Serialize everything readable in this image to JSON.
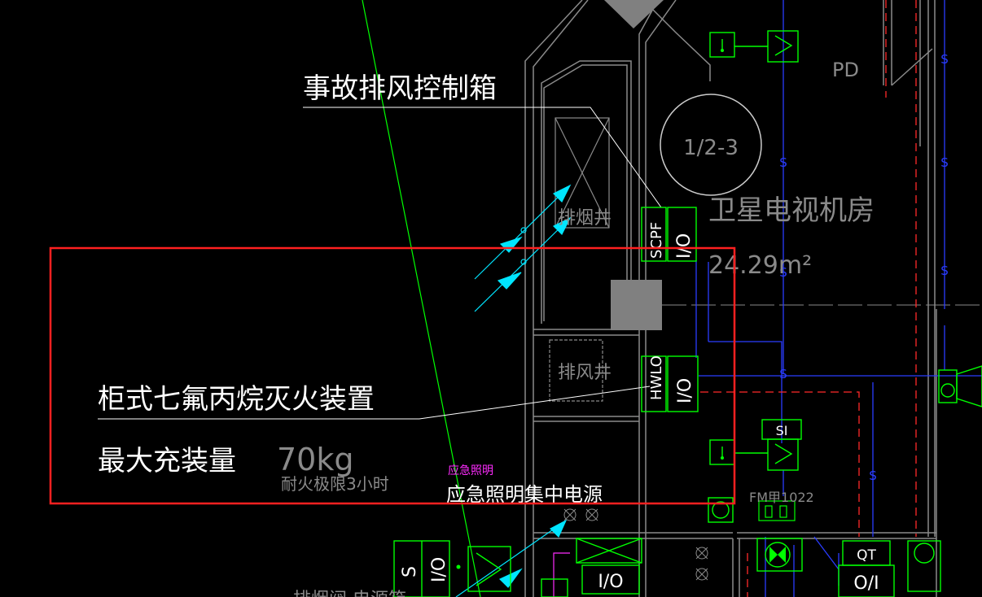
{
  "labels": {
    "accident_exhaust_box": "事故排风控制箱",
    "room_name": "卫星电视机房",
    "room_area": "24.29m²",
    "column_id": "1/2-3",
    "pd": "PD",
    "smoke_shaft": "排烟井",
    "exhaust_shaft": "排风井",
    "scpf_code": "SCPF",
    "hwlo_code": "HWLO",
    "io_label": "I/O",
    "io_label_b": "I/O",
    "io_label_c": "I/O",
    "io_label_d": "I/O",
    "oi_label": "O/I",
    "qt_label": "QT",
    "si_label": "SI",
    "s_label": "S",
    "fm_label": "FM甲1022",
    "extinguisher_title": "柜式七氟丙烷灭火装置",
    "max_fill_label": "最大充装量",
    "max_fill_value": "70kg",
    "fire_rating": "耐火极限3小时",
    "emergency_small": "应急照明",
    "emergency_power": "应急照明集中电源",
    "bottom_partial": "排烟阀 电源箱"
  },
  "colors": {
    "highlight_box": "#ff2020",
    "green": "#00ff00",
    "blue": "#2a3cff",
    "cyan": "#00e5ff",
    "red_dash": "#ff2a2a",
    "magenta": "#ff2cff",
    "gray_fill": "#808080"
  }
}
